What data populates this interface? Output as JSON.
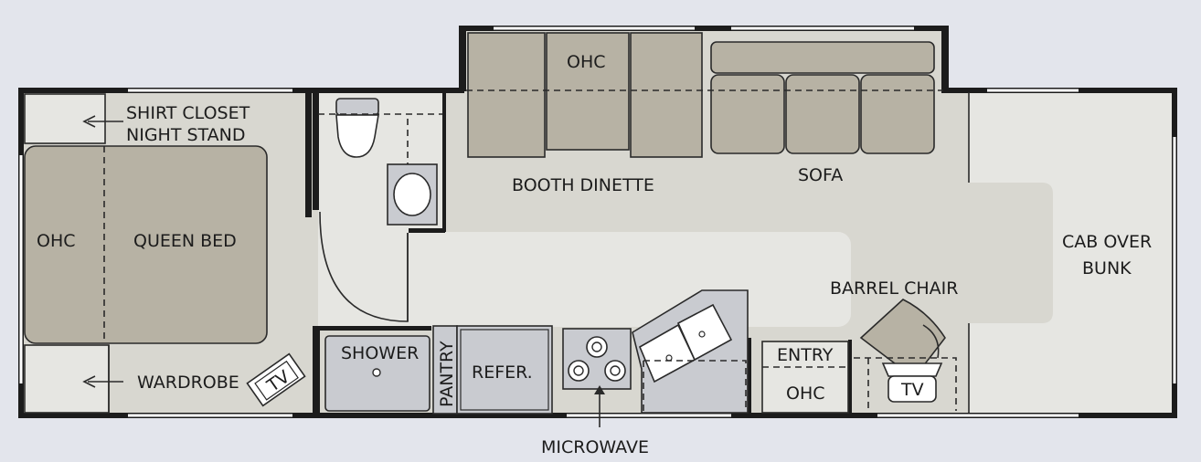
{
  "floorplan": {
    "labels": {
      "shirt_closet": "SHIRT CLOSET",
      "night_stand": "NIGHT STAND",
      "ohc_bedroom": "OHC",
      "queen_bed": "QUEEN BED",
      "wardrobe": "WARDROBE",
      "tv_bedroom": "TV",
      "shower": "SHOWER",
      "pantry": "PANTRY",
      "refer": "REFER.",
      "microwave": "MICROWAVE",
      "ohc_dinette": "OHC",
      "booth_dinette": "BOOTH DINETTE",
      "sofa": "SOFA",
      "entry": "ENTRY",
      "ohc_entry": "OHC",
      "barrel_chair": "BARREL CHAIR",
      "tv_front": "TV",
      "cab_over": "CAB OVER",
      "bunk": "BUNK"
    },
    "colors": {
      "background": "#e3e5ec",
      "wall": "#1c1c1c",
      "floor": "#d8d7d0",
      "floor_light": "#e6e6e2",
      "furniture": "#b7b2a4",
      "fixture": "#c9cbd0"
    }
  }
}
